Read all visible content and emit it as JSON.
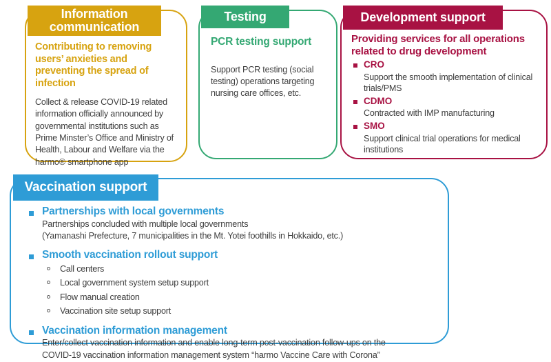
{
  "palette": {
    "gold": "#D7A310",
    "green": "#34A873",
    "crimson": "#A81243",
    "blue": "#2E9CD6",
    "body_text": "#3d3d3d"
  },
  "cards": {
    "info": {
      "title": "Information communication",
      "subtitle": "Contributing to removing users’ anxieties and preventing the spread of infection",
      "body": "Collect & release COVID-19 related information officially announced by governmental institutions such as Prime Minster’s Office and Ministry of Health, Labour and Welfare via the harmo® smartphone app"
    },
    "testing": {
      "title": "Testing",
      "subtitle": "PCR testing support",
      "body": "Support PCR testing (social testing) operations targeting nursing care offices, etc."
    },
    "development": {
      "title": "Development support",
      "subtitle": "Providing services for all operations related to drug development",
      "items": [
        {
          "term": "CRO",
          "desc": "Support the smooth implementation of clinical trials/PMS"
        },
        {
          "term": "CDMO",
          "desc": "Contracted with IMP manufacturing"
        },
        {
          "term": "SMO",
          "desc": "Support clinical trial operations for medical institutions"
        }
      ]
    },
    "vaccination": {
      "title": "Vaccination support",
      "items": [
        {
          "heading": "Partnerships with local governments",
          "line1": "Partnerships concluded with multiple local governments",
          "line2": "(Yamanashi Prefecture, 7 municipalities in the Mt. Yotei foothills in Hokkaido, etc.)"
        },
        {
          "heading": "Smooth vaccination rollout support",
          "subitems": [
            "Call centers",
            "Local government system setup support",
            "Flow manual creation",
            "Vaccination site setup support"
          ]
        },
        {
          "heading": "Vaccination information management",
          "line1": "Enter/collect vaccination information and enable long-term post-vaccination follow-ups on the",
          "line2": "COVID-19 vaccination information management system “harmo Vaccine Care with Corona”"
        }
      ]
    }
  }
}
